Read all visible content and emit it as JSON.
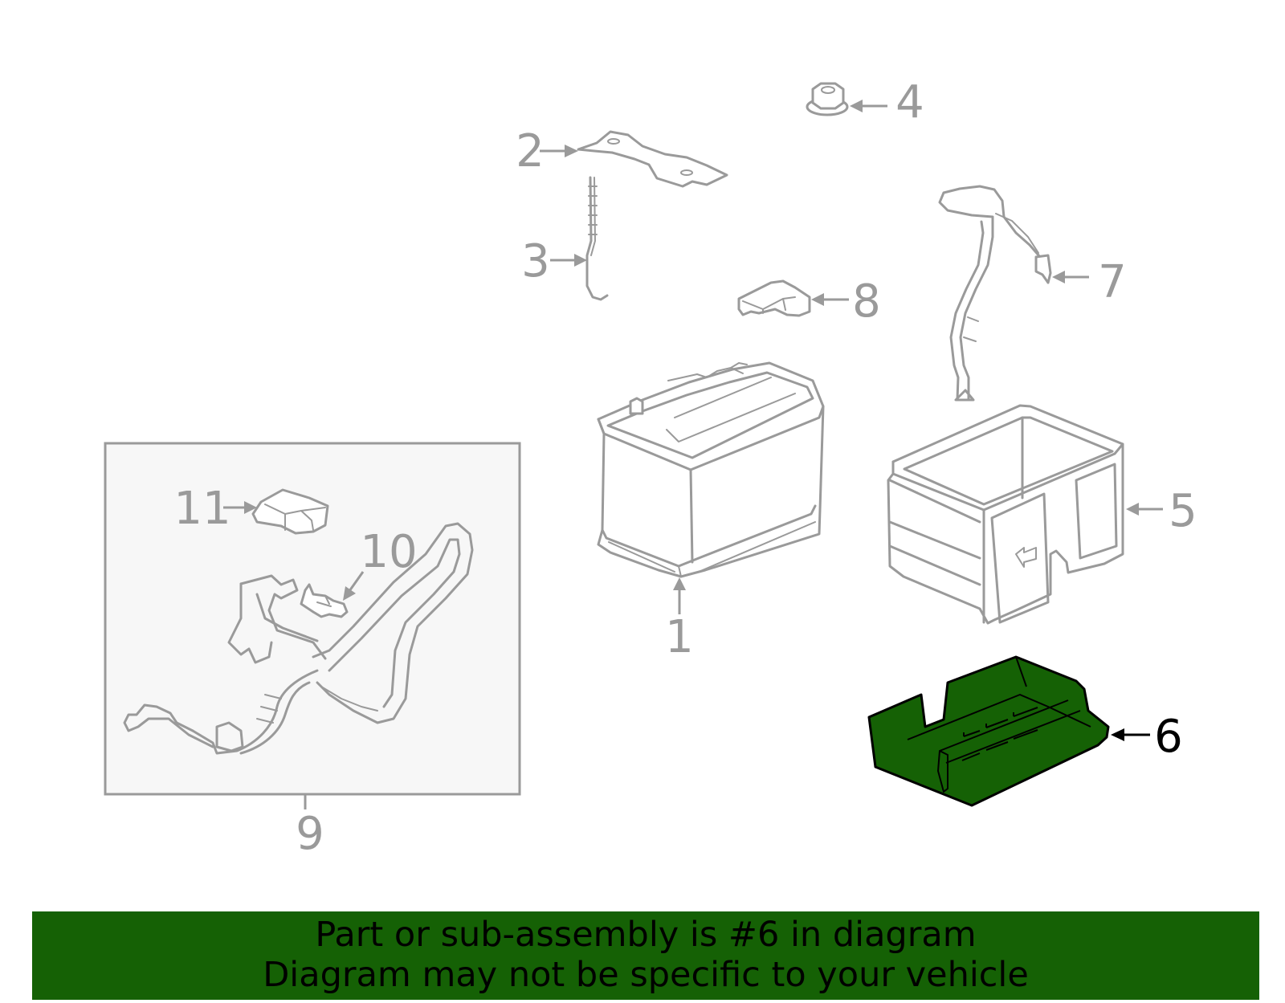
{
  "callouts": [
    {
      "id": "1",
      "label": "1"
    },
    {
      "id": "2",
      "label": "2"
    },
    {
      "id": "3",
      "label": "3"
    },
    {
      "id": "4",
      "label": "4"
    },
    {
      "id": "5",
      "label": "5"
    },
    {
      "id": "6",
      "label": "6",
      "highlighted": true
    },
    {
      "id": "7",
      "label": "7"
    },
    {
      "id": "8",
      "label": "8"
    },
    {
      "id": "9",
      "label": "9"
    },
    {
      "id": "10",
      "label": "10"
    },
    {
      "id": "11",
      "label": "11"
    }
  ],
  "labels": {
    "c1": "1",
    "c2": "2",
    "c3": "3",
    "c4": "4",
    "c5": "5",
    "c6": "6",
    "c7": "7",
    "c8": "8",
    "c9": "9",
    "c10": "10",
    "c11": "11"
  },
  "banner": {
    "line1": "Part or sub-assembly is #6 in diagram",
    "line2": "Diagram may not be specific to your vehicle"
  },
  "colors": {
    "highlight": "#156105",
    "line_art": "#9a9a9a",
    "highlight_outline": "#000000",
    "subassembly_box": "#f7f7f7"
  }
}
